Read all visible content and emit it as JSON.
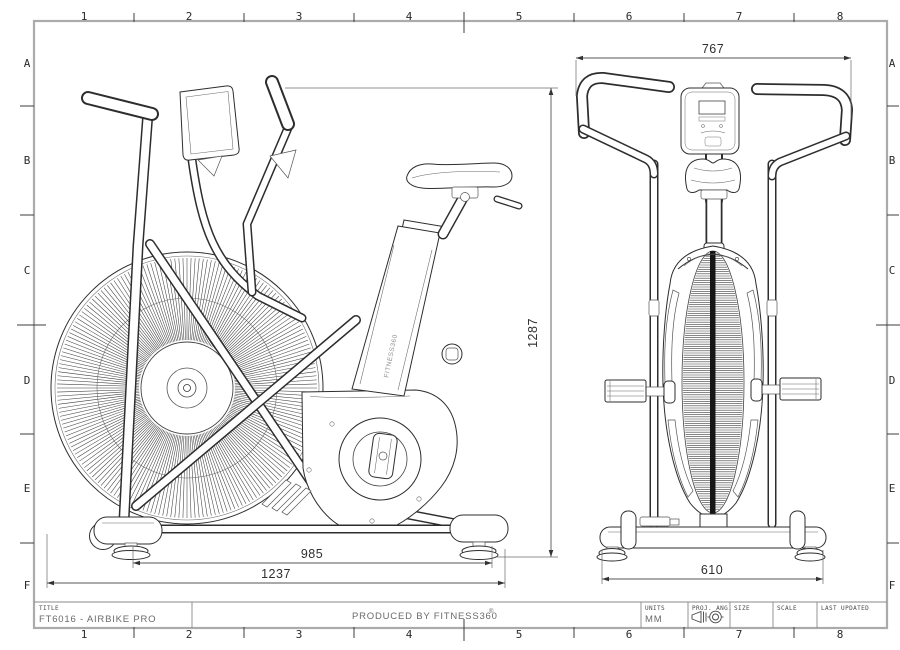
{
  "grid": {
    "cols": [
      "1",
      "2",
      "3",
      "4",
      "5",
      "6",
      "7",
      "8"
    ],
    "rows": [
      "A",
      "B",
      "C",
      "D",
      "E",
      "F"
    ]
  },
  "dims": {
    "overall_height": "1287",
    "foot_span": "985",
    "overall_length": "1237",
    "overall_width": "767",
    "base_width": "610"
  },
  "drawing": {
    "tower_brand_text": "FITNESS360"
  },
  "title_block": {
    "title_label": "TITLE",
    "title": "FT6016 - AIRBIKE PRO",
    "produced_by": "PRODUCED BY FITNESS360",
    "registered_mark": "®",
    "units_label": "UNITS",
    "units": "MM",
    "projection_label": "PROJ. ANG.",
    "size_label": "SIZE",
    "scale_label": "SCALE",
    "last_updated_label": "LAST UPDATED"
  }
}
